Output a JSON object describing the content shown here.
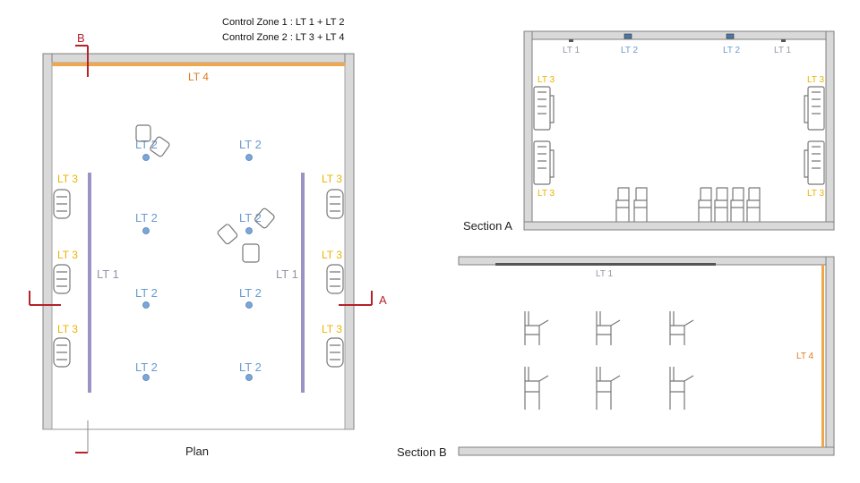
{
  "legend": {
    "zone1": "Control Zone 1 : LT 1 + LT 2",
    "zone2": "Control Zone 2 : LT 3 + LT 4"
  },
  "labels": {
    "lt1": "LT 1",
    "lt2": "LT 2",
    "lt3": "LT 3",
    "lt4": "LT 4"
  },
  "captions": {
    "plan": "Plan",
    "section_a": "Section A",
    "section_b": "Section B"
  },
  "cut_marks": {
    "a": "A",
    "b": "B"
  },
  "colors": {
    "wall": "#d9d9d9",
    "wall_stroke": "#7f7f7f",
    "lt1": "#9a93a8",
    "lt2": "#6a9bd0",
    "lt3": "#e8b400",
    "lt4": "#e07a1e",
    "cut": "#b5222a"
  }
}
